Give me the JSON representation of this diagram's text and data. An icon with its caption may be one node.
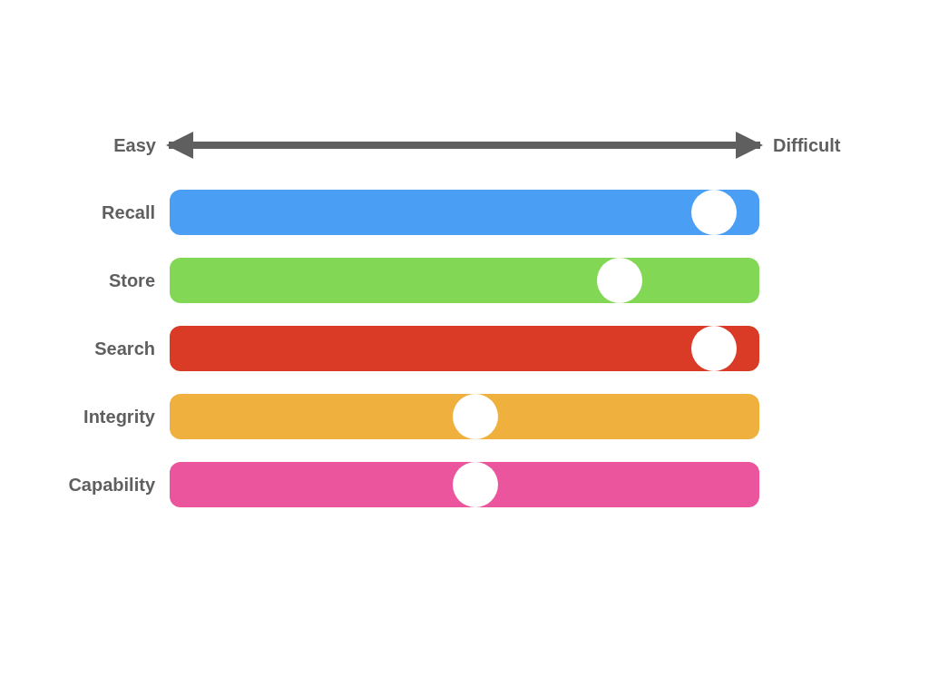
{
  "diagram": {
    "nodes": [
      {
        "text": [
          "Easy"
        ]
      },
      {
        "text": [
          "Difficult"
        ]
      },
      {
        "text": [
          "Recall"
        ]
      },
      {
        "text": [],
        "shape": "circle",
        "in": 2
      },
      {
        "text": [
          "Store"
        ]
      },
      {
        "text": [],
        "shape": "circle",
        "in": 4
      },
      {
        "text": [
          "Search"
        ]
      },
      {
        "text": [],
        "shape": "circle",
        "in": 6
      },
      {
        "text": [
          "Integrity"
        ]
      },
      {
        "text": [],
        "shape": "circle",
        "in": 8
      },
      {
        "text": [
          "Capability"
        ]
      },
      {
        "text": [],
        "shape": "circle",
        "in": 10
      }
    ],
    "edges": [
      {
        "from": 0,
        "to": 1,
        "arrow": "both"
      }
    ]
  }
}
